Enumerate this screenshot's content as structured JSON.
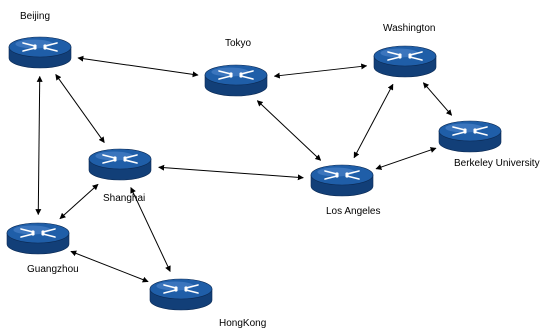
{
  "diagram": {
    "nodes": [
      {
        "id": "beijing",
        "label": "Beijing"
      },
      {
        "id": "tokyo",
        "label": "Tokyo"
      },
      {
        "id": "washington",
        "label": "Washington"
      },
      {
        "id": "berkeley",
        "label": "Berkeley University"
      },
      {
        "id": "shanghai",
        "label": "Shanghai"
      },
      {
        "id": "losangeles",
        "label": "Los Angeles"
      },
      {
        "id": "guangzhou",
        "label": "Guangzhou"
      },
      {
        "id": "hongkong",
        "label": "HongKong"
      }
    ],
    "links": [
      [
        "beijing",
        "tokyo"
      ],
      [
        "tokyo",
        "washington"
      ],
      [
        "beijing",
        "shanghai"
      ],
      [
        "beijing",
        "guangzhou"
      ],
      [
        "tokyo",
        "losangeles"
      ],
      [
        "washington",
        "losangeles"
      ],
      [
        "washington",
        "berkeley"
      ],
      [
        "berkeley",
        "losangeles"
      ],
      [
        "shanghai",
        "losangeles"
      ],
      [
        "shanghai",
        "guangzhou"
      ],
      [
        "shanghai",
        "hongkong"
      ],
      [
        "guangzhou",
        "hongkong"
      ]
    ]
  },
  "colors": {
    "router_top": "#1f5ea8",
    "router_side": "#123f78",
    "router_mark": "#ffffff",
    "link": "#000000"
  }
}
